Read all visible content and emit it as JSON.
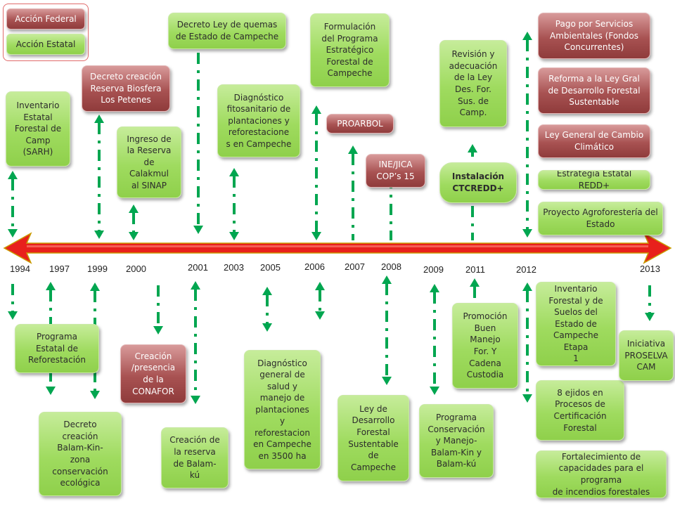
{
  "legend": {
    "federal": "Acción Federal",
    "estatal": "Acción Estatal"
  },
  "colors": {
    "federal": "#a54a4a",
    "estatal": "#92d050",
    "arrow": "#00a650",
    "axis": "#e8201c",
    "axis_outline": "#c99a00"
  },
  "years": [
    "1994",
    "1997",
    "1999",
    "2000",
    "2001",
    "2003",
    "2005",
    "2006",
    "2007",
    "2008",
    "2009",
    "2011",
    "2012",
    "2013"
  ],
  "events_above": [
    {
      "text": "Inventario\nEstatal\nForestal de\nCamp\n(SARH)",
      "kind": "estatal",
      "year": "1994"
    },
    {
      "text": "Decreto creación\nReserva Biosfera\nLos Petenes",
      "kind": "federal",
      "year": "1999"
    },
    {
      "text": "Ingreso de\nla Reserva\nde\nCalakmul\nal SINAP",
      "kind": "estatal",
      "year": "2000"
    },
    {
      "text": "Decreto Ley de quemas\nde Estado de Campeche",
      "kind": "estatal",
      "year": "2001"
    },
    {
      "text": "Diagnóstico\nfitosanitario de\nplantaciones y\nreforestacione\ns en Campeche",
      "kind": "estatal",
      "year": "2003"
    },
    {
      "text": "Formulación\ndel Programa\nEstratégico\nForestal de\nCampeche",
      "kind": "estatal",
      "year": "2006"
    },
    {
      "text": "PROARBOL",
      "kind": "federal",
      "year": "2007"
    },
    {
      "text": "INE/JICA\nCOP’s 15",
      "kind": "federal",
      "year": "2008"
    },
    {
      "text": "Revisión y\nadecuación\nde la Ley\nDes. For.\nSus. de\nCamp.",
      "kind": "estatal",
      "year": "2011"
    },
    {
      "text": "Instalación\nCTCREDD+",
      "kind": "estatal",
      "year": "2011"
    },
    {
      "text": "Pago por Servicios\nAmbientales (Fondos\nConcurrentes)",
      "kind": "federal",
      "year": "2012"
    },
    {
      "text": "Reforma a la Ley Gral\nde Desarrollo Forestal\nSustentable",
      "kind": "federal",
      "year": "2012"
    },
    {
      "text": "Ley General de Cambio\nClimático",
      "kind": "federal",
      "year": "2012"
    },
    {
      "text": "Estrategia Estatal REDD+",
      "kind": "estatal",
      "year": "2012"
    },
    {
      "text": "Proyecto Agroforestería del\nEstado",
      "kind": "estatal",
      "year": "2012"
    }
  ],
  "events_below": [
    {
      "text": "Programa\nEstatal de\nReforestación",
      "kind": "estatal",
      "year": "1997"
    },
    {
      "text": "Decreto\ncreación\nBalam-Kin-\nzona\nconservación\necológica",
      "kind": "estatal",
      "year": "1999"
    },
    {
      "text": "Creación\n/presencia\nde la\nCONAFOR",
      "kind": "federal",
      "year": "2000"
    },
    {
      "text": "Creación de\nla reserva\nde Balam-\nkú",
      "kind": "estatal",
      "year": "2001"
    },
    {
      "text": "Diagnóstico\ngeneral de\nsalud y\nmanejo de\nplantaciones\ny\nreforestacion\nen Campeche\nen 3500 ha",
      "kind": "estatal",
      "year": "2005"
    },
    {
      "text": "Ley de\nDesarrollo\nForestal\nSustentable\nde\nCampeche",
      "kind": "estatal",
      "year": "2008"
    },
    {
      "text": "Programa\nConservación\ny Manejo-\nBalam-Kin y\nBalam-kú",
      "kind": "estatal",
      "year": "2009"
    },
    {
      "text": "Promoción\nBuen\nManejo\nFor. Y\nCadena\nCustodia",
      "kind": "estatal",
      "year": "2011"
    },
    {
      "text": "Inventario\nForestal y de\nSuelos del\nEstado de\nCampeche Etapa\n1",
      "kind": "estatal",
      "year": "2012"
    },
    {
      "text": "8 ejidos en\nProcesos de\nCertificación\nForestal",
      "kind": "estatal",
      "year": "2012"
    },
    {
      "text": "Fortalecimiento de\ncapacidades para el programa\nde incendios  forestales",
      "kind": "estatal",
      "year": "2012"
    },
    {
      "text": "Iniciativa\nPROSELVA\nCAM",
      "kind": "estatal",
      "year": "2013"
    }
  ]
}
